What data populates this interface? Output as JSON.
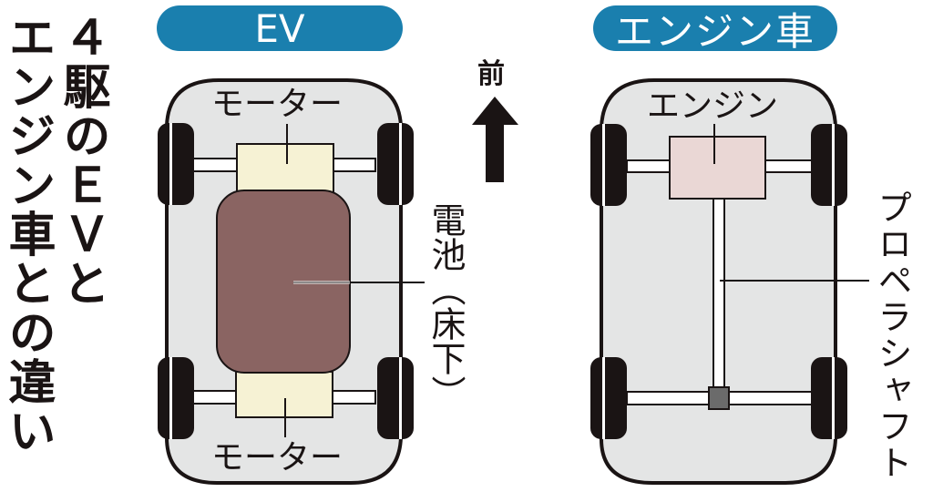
{
  "title": {
    "line1": "４駆のＥＶと",
    "line2": "エンジン車との違い"
  },
  "front_indicator": {
    "label": "前",
    "icon": "arrow-up-icon"
  },
  "ev": {
    "header": "EV",
    "front_motor_label": "モーター",
    "rear_motor_label": "モーター",
    "battery_label": "電池（床下）"
  },
  "engine_car": {
    "header": "エンジン車",
    "engine_label": "エンジン",
    "propeller_shaft_label": "プロペラシャフト"
  },
  "colors": {
    "header_bg": "#1a7fae",
    "body_fill": "#e4e5e5",
    "motor_fill": "#f6f2d4",
    "battery_fill": "#8a6462",
    "engine_fill": "#ead7d5",
    "differential_fill": "#6b6b6b",
    "tire_fill": "#1a1414"
  }
}
